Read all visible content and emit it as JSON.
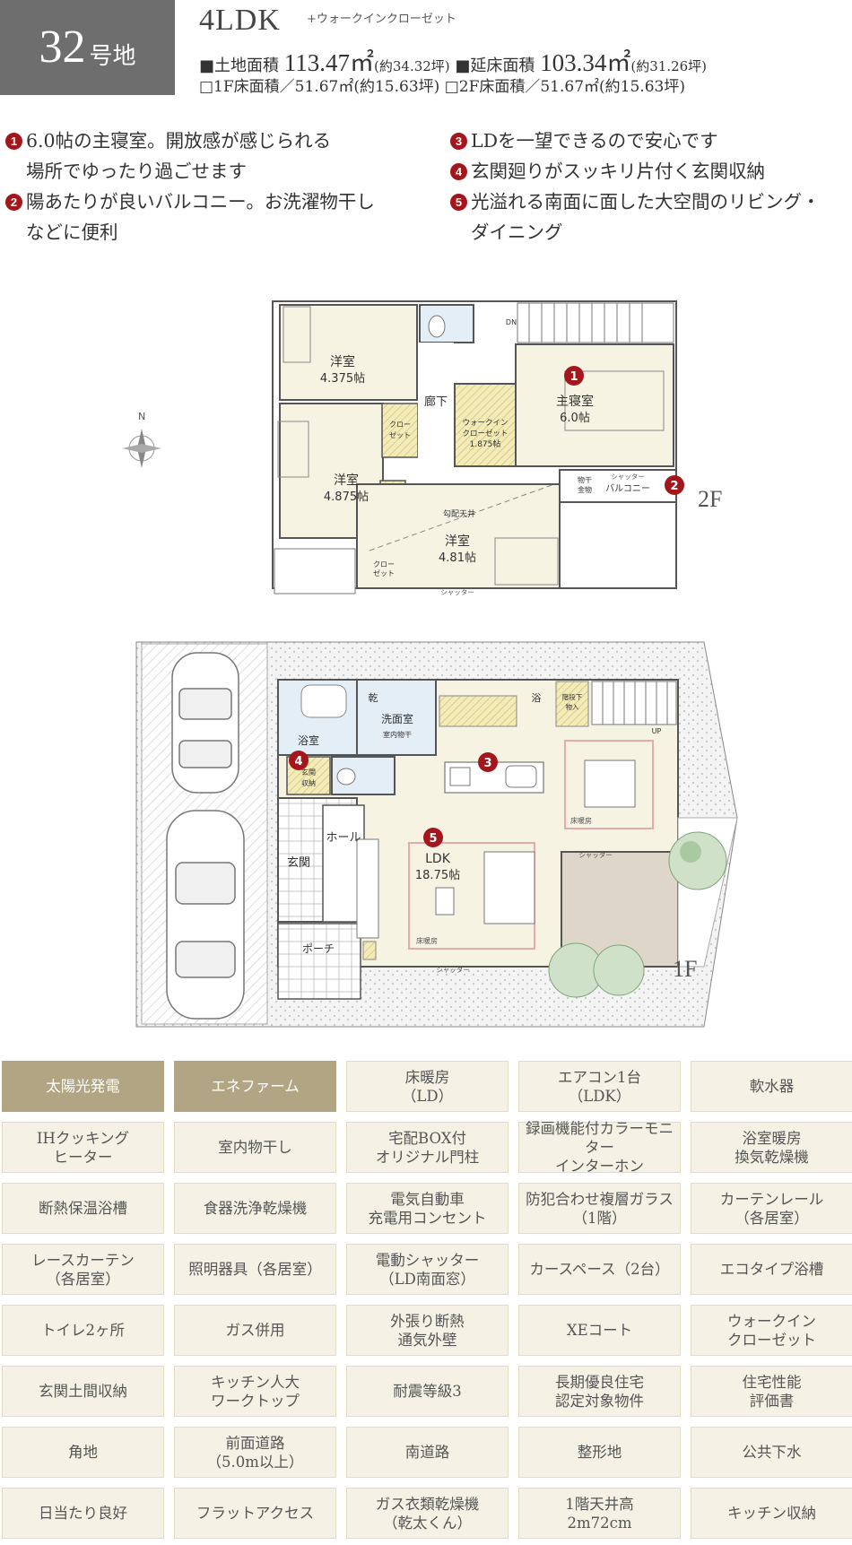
{
  "header": {
    "lot_number": "32",
    "lot_suffix": "号地",
    "plan_type": "4LDK",
    "plan_sub": "+ウォークインクローゼット",
    "land_area_label": "■土地面積",
    "land_area_value": "113.47㎡",
    "land_area_tsubo": "(約34.32坪)",
    "floor_area_label": "■延床面積",
    "floor_area_value": "103.34㎡",
    "floor_area_tsubo": "(約31.26坪)",
    "f1_area": "□1F床面積／51.67㎡(約15.63坪)",
    "f2_area": "□2F床面積／51.67㎡(約15.63坪)"
  },
  "points": [
    {
      "no": "1",
      "lines": [
        "6.0帖の主寝室。開放感が感じられる",
        "場所でゆったり過ごせます"
      ]
    },
    {
      "no": "2",
      "lines": [
        "陽あたりが良いバルコニー。お洗濯物干し",
        "などに便利"
      ]
    },
    {
      "no": "3",
      "lines": [
        "LDを一望できるので安心です"
      ]
    },
    {
      "no": "4",
      "lines": [
        "玄関廻りがスッキリ片付く玄関収納"
      ]
    },
    {
      "no": "5",
      "lines": [
        "光溢れる南面に面した大空間のリビング・",
        "ダイニング"
      ]
    }
  ],
  "plan2f": {
    "floor": "2F",
    "compass": "N",
    "room_west1": "洋室",
    "room_west1_size": "4.375帖",
    "room_west2": "洋室",
    "room_west2_size": "4.875帖",
    "master": "主寝室",
    "master_size": "6.0帖",
    "south_room": "洋室",
    "south_room_size": "4.81帖",
    "hall": "廊下",
    "wic1": "ウォークイン",
    "wic2": "クローゼット",
    "wic_size": "1.875帖",
    "closet1": "クロー",
    "closet2": "ゼット",
    "balcony": "バルコニー",
    "laundry1": "物干",
    "laundry2": "金物",
    "shutter": "シャッター",
    "slope_ceiling": "勾配天井",
    "dn": "DN"
  },
  "plan1f": {
    "floor": "1F",
    "bath": "浴室",
    "washroom": "洗面室",
    "indoor_dry": "室内物干",
    "dry": "乾",
    "hall": "ホール",
    "entrance": "玄関",
    "porch": "ポーチ",
    "ldk": "LDK",
    "ldk_size": "18.75帖",
    "floor_heat": "床暖房",
    "genkan_storage1": "玄関",
    "genkan_storage2": "収納",
    "stair_storage1": "階段下",
    "stair_storage2": "物入",
    "up": "UP",
    "shutter": "シャッター",
    "bath_dryer": "浴"
  },
  "equipment": [
    {
      "label": "太陽光発電",
      "hl": true
    },
    {
      "label": "エネファーム",
      "hl": true
    },
    {
      "label": "床暖房\n（LD）",
      "hl": false
    },
    {
      "label": "エアコン1台\n（LDK）",
      "hl": false
    },
    {
      "label": "軟水器",
      "hl": false
    },
    {
      "label": "IHクッキング\nヒーター",
      "hl": false
    },
    {
      "label": "室内物干し",
      "hl": false
    },
    {
      "label": "宅配BOX付\nオリジナル門柱",
      "hl": false
    },
    {
      "label": "録画機能付カラーモニター\nインターホン",
      "hl": false
    },
    {
      "label": "浴室暖房\n換気乾燥機",
      "hl": false
    },
    {
      "label": "断熱保温浴槽",
      "hl": false
    },
    {
      "label": "食器洗浄乾燥機",
      "hl": false
    },
    {
      "label": "電気自動車\n充電用コンセント",
      "hl": false
    },
    {
      "label": "防犯合わせ複層ガラス\n（1階）",
      "hl": false
    },
    {
      "label": "カーテンレール\n（各居室）",
      "hl": false
    },
    {
      "label": "レースカーテン\n（各居室）",
      "hl": false
    },
    {
      "label": "照明器具（各居室）",
      "hl": false
    },
    {
      "label": "電動シャッター\n（LD南面窓）",
      "hl": false
    },
    {
      "label": "カースペース（2台）",
      "hl": false
    },
    {
      "label": "エコタイプ浴槽",
      "hl": false
    },
    {
      "label": "トイレ2ヶ所",
      "hl": false
    },
    {
      "label": "ガス併用",
      "hl": false
    },
    {
      "label": "外張り断熱\n通気外壁",
      "hl": false
    },
    {
      "label": "XEコート",
      "hl": false
    },
    {
      "label": "ウォークイン\nクローゼット",
      "hl": false
    },
    {
      "label": "玄関土間収納",
      "hl": false
    },
    {
      "label": "キッチン人大\nワークトップ",
      "hl": false
    },
    {
      "label": "耐震等級3",
      "hl": false
    },
    {
      "label": "長期優良住宅\n認定対象物件",
      "hl": false
    },
    {
      "label": "住宅性能\n評価書",
      "hl": false
    },
    {
      "label": "角地",
      "hl": false
    },
    {
      "label": "前面道路\n（5.0m以上）",
      "hl": false
    },
    {
      "label": "南道路",
      "hl": false
    },
    {
      "label": "整形地",
      "hl": false
    },
    {
      "label": "公共下水",
      "hl": false
    },
    {
      "label": "日当たり良好",
      "hl": false
    },
    {
      "label": "フラットアクセス",
      "hl": false
    },
    {
      "label": "ガス衣類乾燥機\n（乾太くん）",
      "hl": false
    },
    {
      "label": "1階天井高\n2m72cm",
      "hl": false
    },
    {
      "label": "キッチン収納",
      "hl": false
    }
  ],
  "colors": {
    "accent": "#a3161c",
    "badge": "#6e6e6e",
    "highlight": "#b1a584",
    "cell": "#f5f2e5",
    "room": "#f6f3e3"
  }
}
